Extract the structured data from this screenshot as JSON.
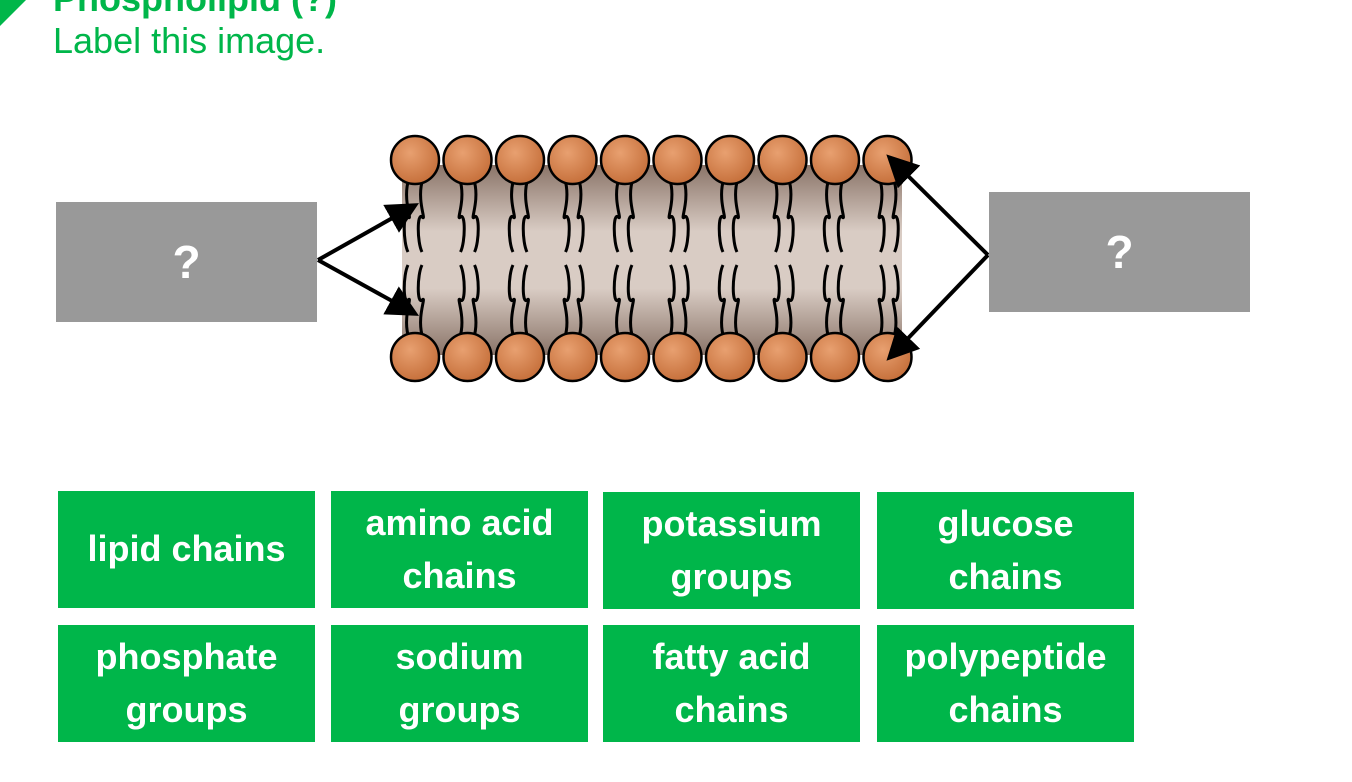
{
  "header": {
    "title": "Phospholipid (?)",
    "instruction": "Label this image."
  },
  "diagram": {
    "left_label": "?",
    "right_label": "?",
    "head_count_per_layer": 10,
    "head_color": "#d07f4a"
  },
  "options": [
    "lipid chains",
    "amino acid chains",
    "potassium groups",
    "glucose chains",
    "phosphate groups",
    "sodium groups",
    "fatty acid chains",
    "polypeptide chains"
  ],
  "colors": {
    "accent": "#00b64a",
    "placeholder": "#999999"
  }
}
